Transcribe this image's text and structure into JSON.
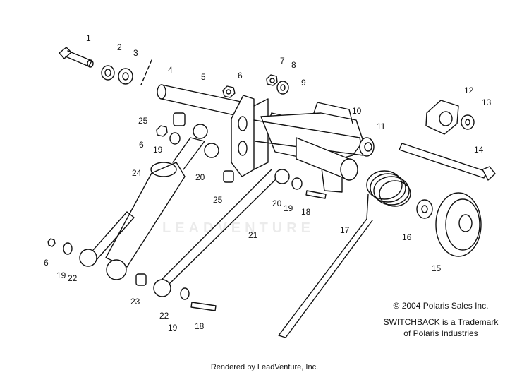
{
  "parts": [
    "1",
    "2",
    "3",
    "4",
    "5",
    "6",
    "7",
    "8",
    "9",
    "10",
    "11",
    "12",
    "13",
    "14",
    "15",
    "16",
    "17",
    "18",
    "19",
    "20",
    "21",
    "22",
    "23",
    "24",
    "25"
  ],
  "callouts": [
    {
      "label": "1"
    },
    {
      "label": "2"
    },
    {
      "label": "3"
    },
    {
      "label": "4"
    },
    {
      "label": "5"
    },
    {
      "label": "6"
    },
    {
      "label": "7"
    },
    {
      "label": "8"
    },
    {
      "label": "9"
    },
    {
      "label": "10"
    },
    {
      "label": "11"
    },
    {
      "label": "12"
    },
    {
      "label": "13"
    },
    {
      "label": "14"
    },
    {
      "label": "25"
    },
    {
      "label": "6"
    },
    {
      "label": "19"
    },
    {
      "label": "20"
    },
    {
      "label": "24"
    },
    {
      "label": "25"
    },
    {
      "label": "20"
    },
    {
      "label": "19"
    },
    {
      "label": "18"
    },
    {
      "label": "17"
    },
    {
      "label": "16"
    },
    {
      "label": "15"
    },
    {
      "label": "21"
    },
    {
      "label": "6"
    },
    {
      "label": "19"
    },
    {
      "label": "22"
    },
    {
      "label": "23"
    },
    {
      "label": "22"
    },
    {
      "label": "19"
    },
    {
      "label": "18"
    }
  ],
  "copyright": "© 2004 Polaris Sales Inc.",
  "trademark_line1": "SWITCHBACK is a Trademark",
  "trademark_line2": "of Polaris Industries",
  "watermark": "LEADVENTURE",
  "footer": "Rendered by LeadVenture, Inc."
}
